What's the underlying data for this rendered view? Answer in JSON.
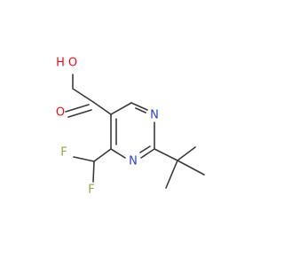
{
  "molecule": {
    "atoms": [
      {
        "id": "H",
        "label": "H",
        "color": "#e8101a"
      },
      {
        "id": "O1",
        "label": "O",
        "color": "#e8101a"
      },
      {
        "id": "O2",
        "label": "O",
        "color": "#e8101a"
      },
      {
        "id": "N1",
        "label": "N",
        "color": "#2b3fd6"
      },
      {
        "id": "N3",
        "label": "N",
        "color": "#2b3fd6"
      },
      {
        "id": "F1",
        "label": "F",
        "color": "#8fa84a"
      },
      {
        "id": "F2",
        "label": "F",
        "color": "#8fa84a"
      }
    ],
    "bond_color": "#3a3a3a",
    "background": "#ffffff"
  }
}
